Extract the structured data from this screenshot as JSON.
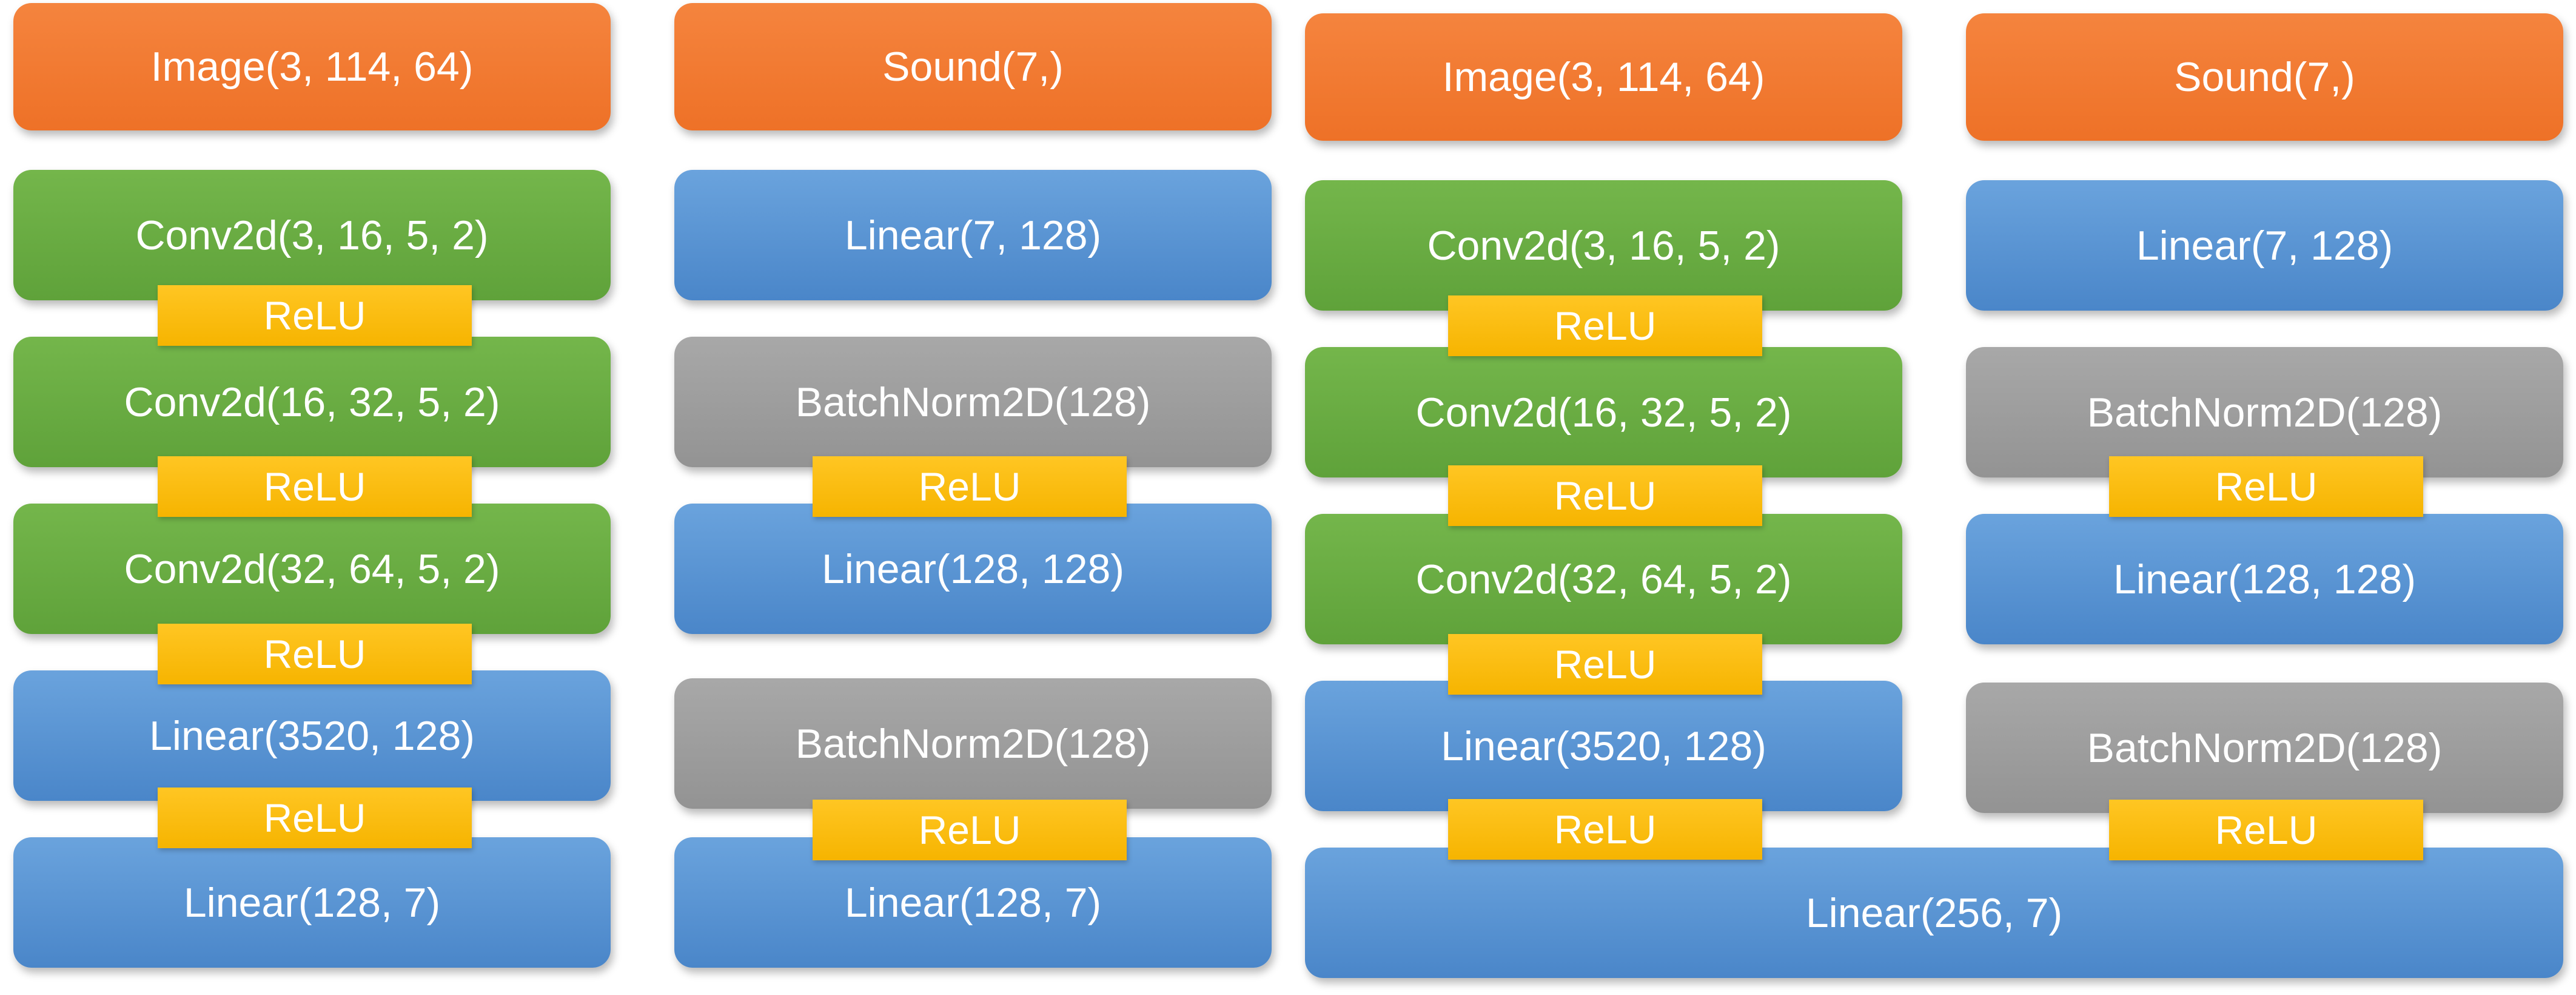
{
  "colors": {
    "input": "#ee7127",
    "conv": "#5fa23a",
    "linear": "#4a86c9",
    "batchnorm": "#939393",
    "relu": "#f6b400"
  },
  "model_a": {
    "image_branch": {
      "input": "Image(3, 114, 64)",
      "conv1": "Conv2d(3, 16, 5, 2)",
      "relu1": "ReLU",
      "conv2": "Conv2d(16, 32, 5, 2)",
      "relu2": "ReLU",
      "conv3": "Conv2d(32, 64, 5, 2)",
      "relu3": "ReLU",
      "linear1": "Linear(3520, 128)",
      "relu4": "ReLU",
      "linear2": "Linear(128, 7)"
    },
    "sound_branch": {
      "input": "Sound(7,)",
      "linear1": "Linear(7, 128)",
      "bn1": "BatchNorm2D(128)",
      "relu1": "ReLU",
      "linear2": "Linear(128, 128)",
      "bn2": "BatchNorm2D(128)",
      "relu2": "ReLU",
      "linear3": "Linear(128, 7)"
    }
  },
  "model_b": {
    "image_branch": {
      "input": "Image(3, 114, 64)",
      "conv1": "Conv2d(3, 16, 5, 2)",
      "relu1": "ReLU",
      "conv2": "Conv2d(16, 32, 5, 2)",
      "relu2": "ReLU",
      "conv3": "Conv2d(32, 64, 5, 2)",
      "relu3": "ReLU",
      "linear1": "Linear(3520, 128)",
      "relu4": "ReLU"
    },
    "sound_branch": {
      "input": "Sound(7,)",
      "linear1": "Linear(7, 128)",
      "bn1": "BatchNorm2D(128)",
      "relu1": "ReLU",
      "linear2": "Linear(128, 128)",
      "bn2": "BatchNorm2D(128)",
      "relu2": "ReLU"
    },
    "fused_linear": "Linear(256, 7)"
  }
}
